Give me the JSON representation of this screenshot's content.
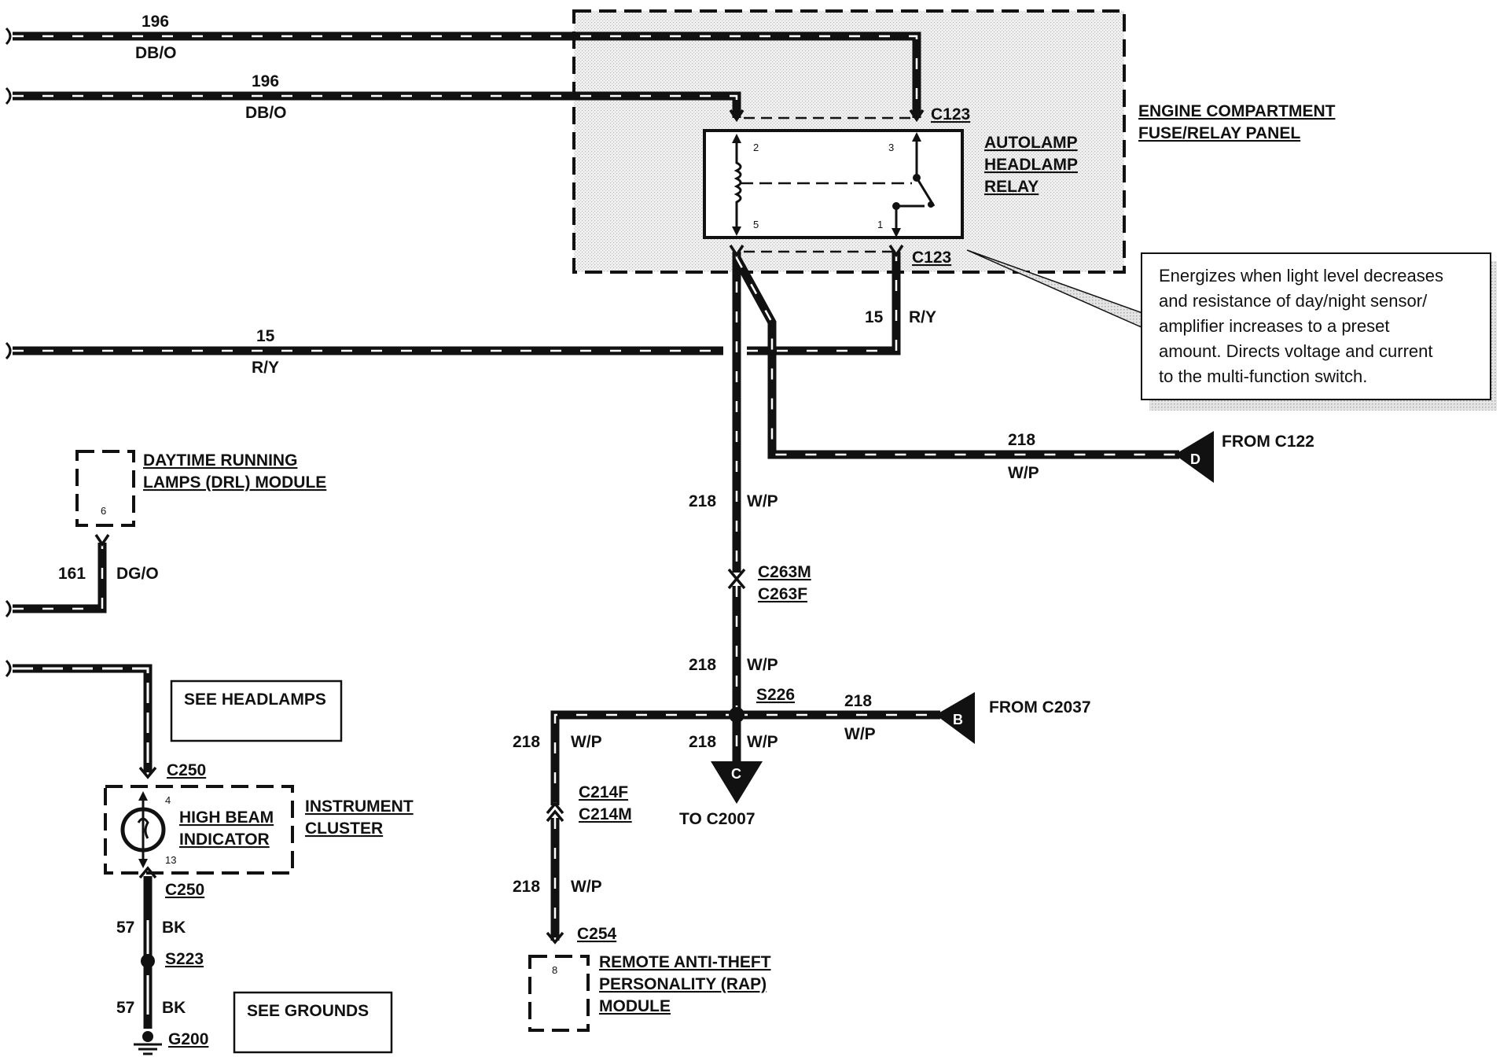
{
  "wires": {
    "w196a_num": "196",
    "w196a_color": "DB/O",
    "w196b_num": "196",
    "w196b_color": "DB/O",
    "w15_num": "15",
    "w15_color": "R/Y",
    "w15b_num": "15",
    "w15b_color": "R/Y",
    "w218_top_num": "218",
    "w218_top_color": "W/P",
    "w218_d_num": "218",
    "w218_d_color": "W/P",
    "w218_mid_num": "218",
    "w218_mid_color": "W/P",
    "w218_b_num": "218",
    "w218_b_color": "W/P",
    "w218_c_num": "218",
    "w218_c_color": "W/P",
    "w218_left_num": "218",
    "w218_left_color": "W/P",
    "w218_low_num": "218",
    "w218_low_color": "W/P",
    "w161_num": "161",
    "w161_color": "DG/O",
    "w57a_num": "57",
    "w57a_color": "BK",
    "w57b_num": "57",
    "w57b_color": "BK"
  },
  "connectors": {
    "c123_top": "C123",
    "c123_bottom": "C123",
    "c263m": "C263M",
    "c263f": "C263F",
    "s226": "S226",
    "c214f": "C214F",
    "c214m": "C214M",
    "c254": "C254",
    "c250_top": "C250",
    "c250_bottom": "C250",
    "s223": "S223",
    "g200": "G200"
  },
  "components": {
    "fuse_panel": [
      "ENGINE COMPARTMENT",
      "FUSE/RELAY PANEL"
    ],
    "relay": [
      "AUTOLAMP",
      "HEADLAMP",
      "RELAY"
    ],
    "relay_pins": [
      "2",
      "3",
      "5",
      "1"
    ],
    "drl": [
      "DAYTIME RUNNING",
      "LAMPS (DRL) MODULE"
    ],
    "drl_pin": "6",
    "cluster": [
      "INSTRUMENT",
      "CLUSTER"
    ],
    "indicator": [
      "HIGH BEAM",
      "INDICATOR"
    ],
    "cluster_pins": [
      "4",
      "13"
    ],
    "rap": [
      "REMOTE ANTI-THEFT",
      "PERSONALITY (RAP)",
      "MODULE"
    ],
    "rap_pin": "8"
  },
  "references": {
    "see_headlamps": "SEE HEADLAMPS",
    "see_grounds": "SEE GROUNDS",
    "d_letter": "D",
    "from_c122": "FROM  C122",
    "b_letter": "B",
    "from_c2037": "FROM C2037",
    "c_letter": "C",
    "to_c2007": "TO C2007"
  },
  "note": {
    "lines": [
      "Energizes when light level decreases",
      "and resistance of day/night sensor/",
      "amplifier increases to a preset",
      "amount.  Directs voltage and current",
      "to the multi-function switch."
    ]
  }
}
